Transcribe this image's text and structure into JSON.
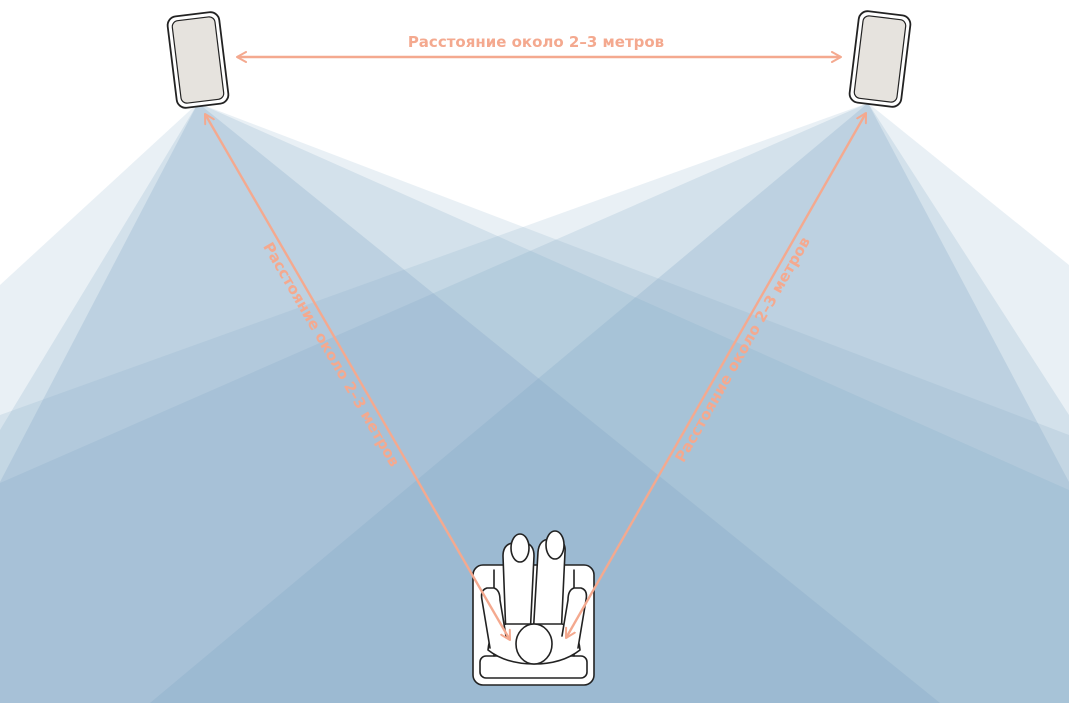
{
  "labels": {
    "top": "Расстояние около 2–3 метров",
    "left": "Расстояние около 2–3 метров",
    "right": "Расстояние около 2–3 метров"
  },
  "colors": {
    "accent": "#f4a98f",
    "beam_fill": "#7ea7c4",
    "speaker_body": "#e6e3de",
    "outline": "#222222",
    "background": "#ffffff"
  },
  "elements": {
    "left_speaker": "speaker-icon",
    "right_speaker": "speaker-icon",
    "listener": "person-in-chair-icon"
  }
}
